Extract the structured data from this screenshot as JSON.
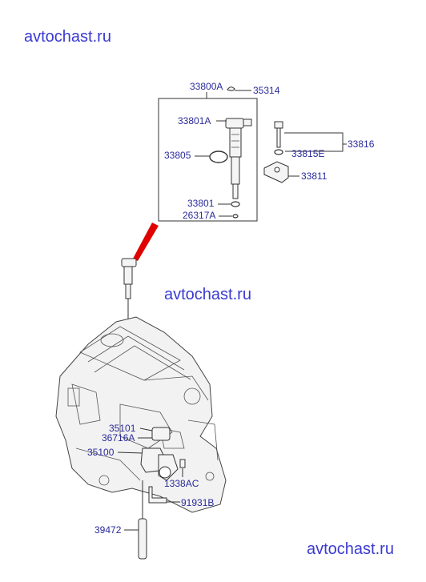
{
  "watermarks": {
    "top": "avtochast.ru",
    "middle": "avtochast.ru",
    "bottom": "avtochast.ru"
  },
  "parts": {
    "p33800A": "33800A",
    "p35314": "35314",
    "p33801A": "33801A",
    "p33816": "33816",
    "p33805": "33805",
    "p33815E": "33815E",
    "p33811": "33811",
    "p33801": "33801",
    "p26317A": "26317A",
    "p35101": "35101",
    "p36716A": "36716A",
    "p35100": "35100",
    "p1338AC": "1338AC",
    "p91931B": "91931B",
    "p39472": "39472"
  },
  "colors": {
    "watermark": "#3a3ad0",
    "part_label": "#2a2a9a",
    "callout_arrow": "#e00000"
  }
}
